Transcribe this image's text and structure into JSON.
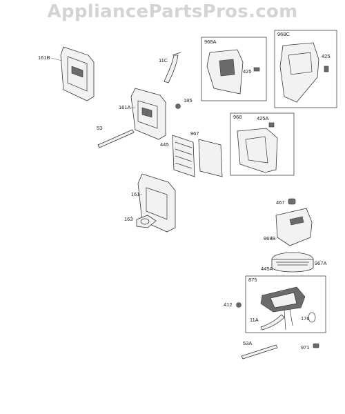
{
  "watermark": "AppliancePartsPros.com",
  "parts": {
    "p161B": "161B",
    "p11C": "11C",
    "p968A": "968A",
    "p425a": "425",
    "p968C": "968C",
    "p425b": "425",
    "p161A": "161A",
    "p185": "185",
    "p53": "53",
    "p445": "445",
    "p967": "967",
    "p968": "968",
    "p425A": "425A",
    "p161": "161",
    "p163": "163",
    "p467": "467",
    "p968B": "968B",
    "p445A": "445A",
    "p967A": "967A",
    "p875": "875",
    "p412": "412",
    "p11A": "11A",
    "p176": "176",
    "p53A": "53A",
    "p971": "971"
  }
}
